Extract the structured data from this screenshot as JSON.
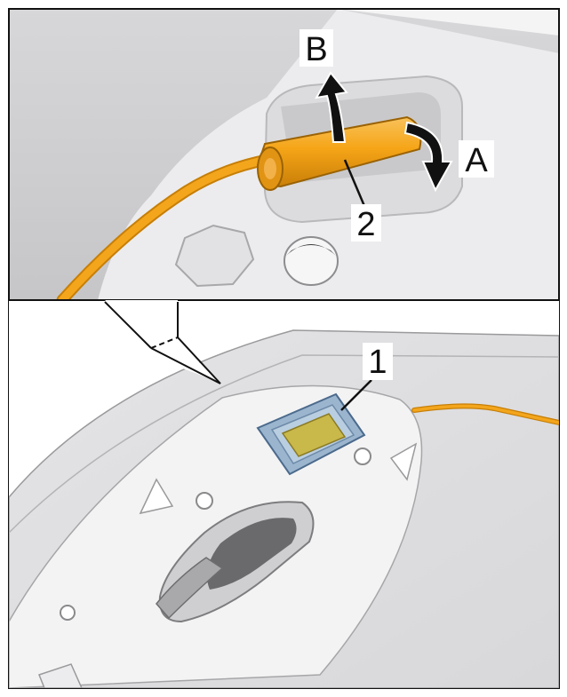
{
  "callouts": {
    "label_1": "1",
    "label_2": "2",
    "label_a": "A",
    "label_b": "B"
  },
  "colors": {
    "cable": "#f3a51c",
    "sleeve": "#f6a517",
    "sensor_frame": "#9bb5cf",
    "sensor_pad": "#c9b84a",
    "arrow": "#111111",
    "housing": "#e6e6e6"
  }
}
